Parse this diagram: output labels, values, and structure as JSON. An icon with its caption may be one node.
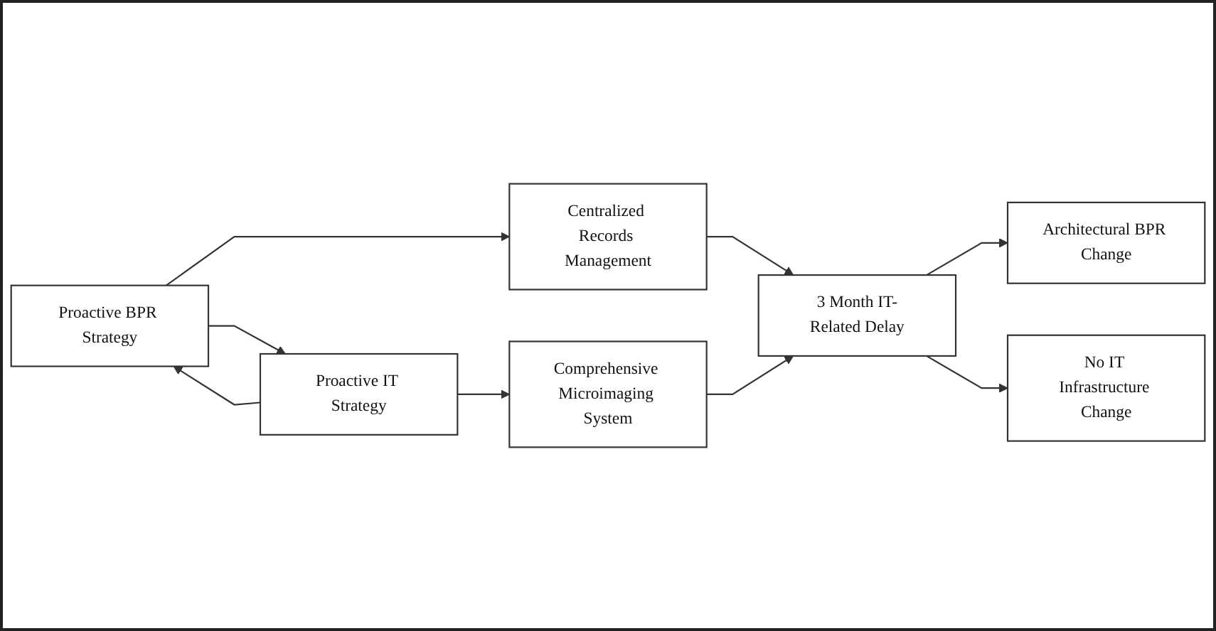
{
  "diagram": {
    "nodes": [
      {
        "text": [
          "Proactive BPR Strategy"
        ]
      },
      {
        "text": [
          "Centralized Records Management"
        ]
      },
      {
        "text": [
          "Proactive IT Strategy"
        ]
      },
      {
        "text": [
          "Comprehensive Microimaging System"
        ]
      },
      {
        "text": [
          "3 Month IT-Related Delay"
        ]
      },
      {
        "text": [
          "Architectural BPR Change"
        ]
      },
      {
        "text": [
          "No IT Infrastructure Change"
        ]
      }
    ],
    "edges": [
      {
        "from": 0,
        "to": 1,
        "arrow": "to"
      },
      {
        "from": 0,
        "to": 2,
        "arrow": "to"
      },
      {
        "from": 2,
        "to": 0,
        "arrow": "to"
      },
      {
        "from": 2,
        "to": 3,
        "arrow": "to"
      },
      {
        "from": 1,
        "to": 4,
        "arrow": "to"
      },
      {
        "from": 3,
        "to": 4,
        "arrow": "to"
      },
      {
        "from": 4,
        "to": 5,
        "arrow": "to"
      },
      {
        "from": 4,
        "to": 6,
        "arrow": "to"
      }
    ]
  }
}
